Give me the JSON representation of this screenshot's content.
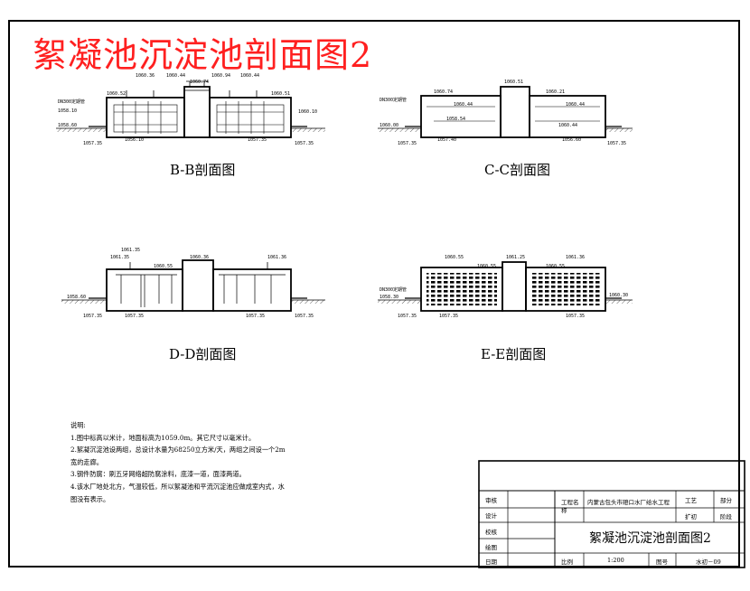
{
  "title": "絮凝池沉淀池剖面图2",
  "sections": {
    "bb": {
      "title": "B-B剖面图",
      "labels": [
        "1060.52",
        "1060.36",
        "1060.44",
        "1060.74",
        "1060.94",
        "1060.44",
        "1060.51",
        "DN300定期管",
        "1058.10",
        "1058.60",
        "1057.35",
        "1056.10",
        "1057.35",
        "1057.35",
        "1060.10"
      ]
    },
    "cc": {
      "title": "C-C剖面图",
      "labels": [
        "1060.51",
        "1060.74",
        "1060.44",
        "1060.21",
        "1060.44",
        "1058.54",
        "1057.40",
        "1056.60",
        "1060.00",
        "1057.35",
        "1057.35",
        "1060.44",
        "DN300定期管"
      ]
    },
    "dd": {
      "title": "D-D剖面图",
      "labels": [
        "1061.35",
        "1061.35",
        "1060.55",
        "1060.36",
        "1061.36",
        "1058.60",
        "1057.35",
        "1057.35",
        "1057.35",
        "1057.35"
      ]
    },
    "ee": {
      "title": "E-E剖面图",
      "labels": [
        "1060.55",
        "1060.55",
        "1061.25",
        "1061.36",
        "1060.55",
        "1060.30",
        "1058.30",
        "1057.35",
        "1057.35",
        "1057.35",
        "DN300定期管"
      ]
    }
  },
  "notes": {
    "heading": "说明:",
    "items": [
      "1.图中标高以米计，地面标高为1059.0m。其它尺寸以毫米计。",
      "2.絮凝沉淀池设两组，总设计水量为68250立方米/天，两组之间设一个2m宽的走廊。",
      "3.钢件防腐：刷五牙网络超防腐涂料，底漆一道，面漆两道。",
      "4.该水厂地处北方，气温较低，所以絮凝池和平流沉淀池应做成室内式，水图没有表示。"
    ]
  },
  "title_block": {
    "review_label": "审核",
    "design_label": "设计",
    "check_label": "校核",
    "draw_label": "绘图",
    "date_label": "日期",
    "project_label": "工程名称",
    "project_name": "内蒙古包头市磴口水厂给水工程",
    "discipline_label": "工艺",
    "discipline_value": "部分",
    "stage_label": "扩初",
    "stage_value": "阶段",
    "drawing_title": "絮凝池沉淀池剖面图2",
    "scale_label": "比例",
    "scale_value": "1:200",
    "sheet_label": "图号",
    "sheet_value": "水初－09"
  }
}
